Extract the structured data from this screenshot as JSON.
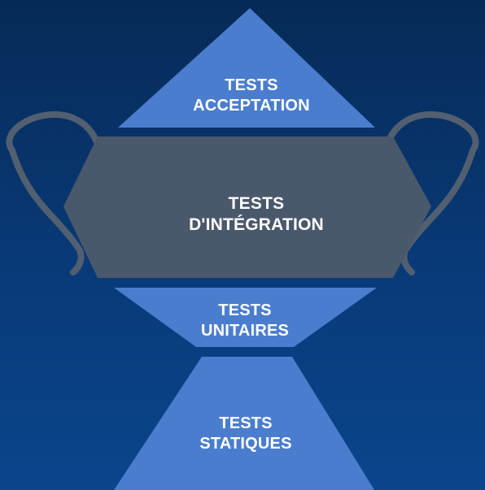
{
  "diagram": {
    "colors": {
      "background_top": "#062a57",
      "background_bottom": "#0b458c",
      "shape_blue": "#4a7dce",
      "shape_gray": "#4a586c",
      "handle_stroke": "#525f70",
      "text": "#ffffff"
    },
    "layers": [
      {
        "id": "acceptation",
        "line1": "TESTS",
        "line2": "ACCEPTATION"
      },
      {
        "id": "integration",
        "line1": "TESTS",
        "line2": "D'INTÉGRATION"
      },
      {
        "id": "unitaires",
        "line1": "TESTS",
        "line2": "UNITAIRES"
      },
      {
        "id": "statiques",
        "line1": "TESTS",
        "line2": "STATIQUES"
      }
    ]
  }
}
